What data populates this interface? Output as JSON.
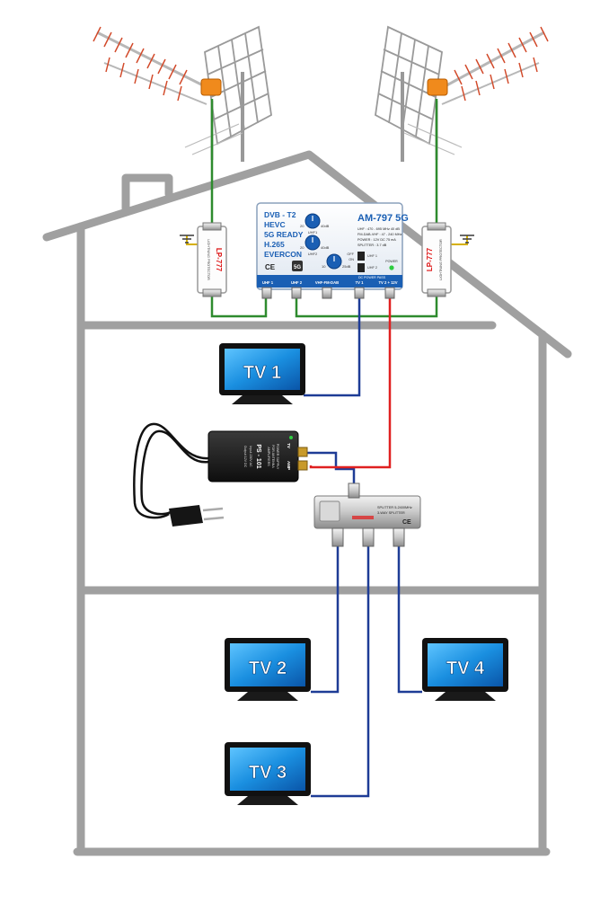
{
  "amplifier": {
    "brand_lines": [
      "DVB - T2",
      "HEVC",
      "5G READY",
      "H.265",
      "EVERCON"
    ],
    "model": "AM-797 5G",
    "specs": [
      "UHF : 470 - 695 MHz  40 dB",
      "FM-DAB-VHF : 47 - 240 MHz",
      "POWER : 12V DC 75 mA",
      "SPLITTER : 3.7 dB"
    ],
    "knob_labels": [
      "UHF1",
      "UHF2",
      "VHF-FM-DAB"
    ],
    "gain_min": "20",
    "gain_max": "40dB",
    "vhf_min": "10",
    "vhf_max": "25dB",
    "dc_power_label": "DC POWER PASS",
    "switch_uhf1": "UHF 1",
    "switch_uhf2": "UHF 2",
    "on_label": "ON",
    "off_label": "OFF",
    "power_label": "POWER",
    "ce_mark": "CE",
    "fiveg_badge": "5G",
    "ports": [
      "UHF 1",
      "UHF 2",
      "VHF-FM-DAB",
      "TV 1",
      "TV 2 + 12V"
    ]
  },
  "lightning_protector": {
    "left_text": "LP-777",
    "right_text": "LP-777",
    "side_caption": "LIGHTNING PROTECTOR"
  },
  "power_supply": {
    "model": "PS - 101",
    "lines": [
      "POWER SUPPLY",
      "FOR ANTENNA",
      "AMPLIFIERS",
      "Input 230V AC",
      "Output 12V DC"
    ],
    "tv_port": "TV",
    "amp_port": "AMP"
  },
  "splitter": {
    "label": "SPLITTER 5-2400MHz",
    "sub_label": "3-WAY SPLITTER",
    "ce_mark": "CE"
  },
  "tvs": {
    "tv1": "TV 1",
    "tv2": "TV 2",
    "tv3": "TV 3",
    "tv4": "TV 4"
  },
  "colors": {
    "house_outline": "#a0a0a0",
    "coax_blue": "#1e3c96",
    "coax_red": "#e02020",
    "coax_green": "#2e8b2e",
    "amplifier_blue": "#1a5fb4",
    "tv_screen": "#1a8fe0"
  }
}
